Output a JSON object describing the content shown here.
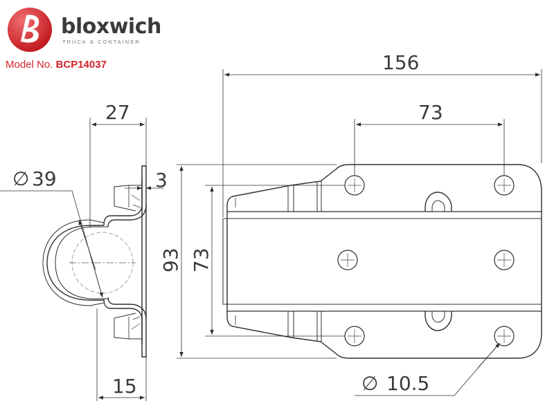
{
  "brand": {
    "name": "bloxwich",
    "tagline": "TRUCK & CONTAINER",
    "accent_color": "#d2232a"
  },
  "model": {
    "label": "Model No.",
    "number": "BCP14037"
  },
  "dimensions": {
    "overall_length": "156",
    "hole_pitch_horizontal": "73",
    "side_profile_depth": "27",
    "bend_diameter": "39",
    "material_thickness": "3",
    "overall_height": "93",
    "hole_pitch_vertical": "73",
    "base_width": "15",
    "hole_diameter": "10.5",
    "diameter_symbol": "∅"
  }
}
